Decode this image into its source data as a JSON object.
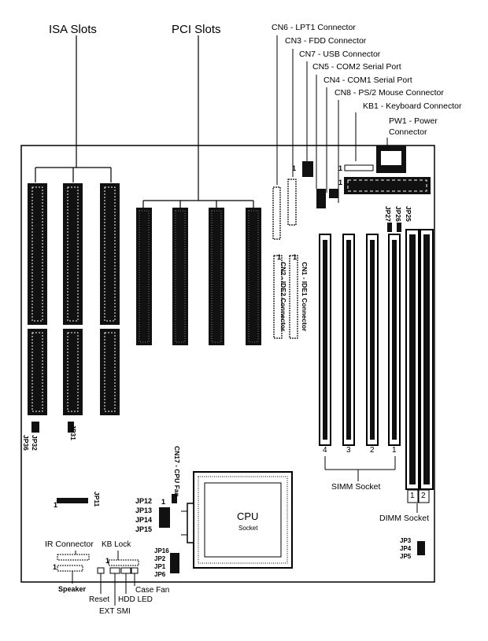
{
  "header": {
    "isa_slots": "ISA  Slots",
    "pci_slots": "PCI  Slots"
  },
  "connectors": {
    "cn6": "CN6 - LPT1 Connector",
    "cn3": "CN3 - FDD Connector",
    "cn7": "CN7 - USB Connector",
    "cn5": "CN5 - COM2 Serial Port",
    "cn4": "CN4 - COM1 Serial Port",
    "cn8": "CN8 - PS/2 Mouse Connector",
    "kb1": "KB1 - Keyboard Connector",
    "pw1_line1": "PW1 - Power",
    "pw1_line2": "Connector",
    "ide2": "CN2 - IDE2 Connector",
    "ide1": "CN1 - IDE1 Connector",
    "cpu_fan": "CN17 - CPU Fan"
  },
  "cpu": {
    "label": "CPU",
    "sub": "Socket"
  },
  "memory": {
    "simm_label": "SIMM Socket",
    "dimm_label": "DIMM Socket",
    "simm_numbers": [
      "4",
      "3",
      "2",
      "1"
    ],
    "dimm_numbers": [
      "1",
      "2"
    ]
  },
  "jumpers": {
    "jp32": "JP32",
    "jp36": "JP36",
    "jp31": "JP31",
    "jp11": "JP11",
    "jp25": "JP25",
    "jp27": "JP27",
    "jp26": "JP26",
    "jp12": "JP12",
    "jp13": "JP13",
    "jp14": "JP14",
    "jp15": "JP15",
    "jp16": "JP16",
    "jp2": "JP2",
    "jp1": "JP1",
    "jp6": "JP6",
    "jp3": "JP3",
    "jp4": "JP4",
    "jp5": "JP5"
  },
  "front_panel": {
    "ir": "IR Connector",
    "kb_lock": "KB Lock",
    "speaker": "Speaker",
    "reset": "Reset",
    "ext_smi": "EXT SMI",
    "hdd_led": "HDD LED",
    "case_fan": "Case Fan"
  },
  "pin1": "1"
}
